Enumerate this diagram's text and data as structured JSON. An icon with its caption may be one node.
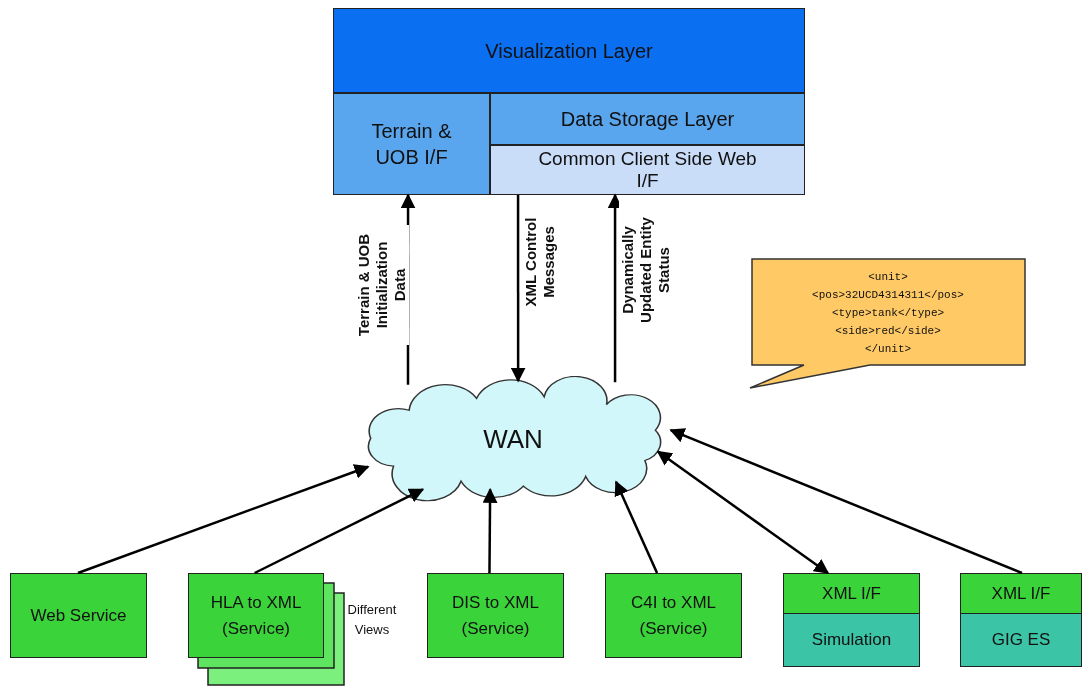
{
  "diagram": {
    "nodes": [
      {
        "text": [
          "Visualization Layer"
        ]
      },
      {
        "text": [
          "Terrain & UOB I/F"
        ]
      },
      {
        "text": [
          "Data Storage Layer"
        ]
      },
      {
        "text": [
          "Common Client Side Web I/F"
        ]
      },
      {
        "text": [
          "WAN"
        ]
      },
      {
        "text": [
          "<unit>",
          "<pos>32UCD4314311</pos>",
          "<type>tank</type>",
          "<side>red</side>",
          "</unit>"
        ]
      },
      {
        "text": [
          "Web Service"
        ]
      },
      {
        "text": [
          "HLA to XML (Service)"
        ],
        "beside": [
          "Different Views"
        ]
      },
      {
        "text": [
          "DIS to XML (Service)"
        ]
      },
      {
        "text": [
          "C4I to XML (Service)"
        ]
      },
      {
        "text": [
          "XML I/F"
        ]
      },
      {
        "text": [
          "Simulation"
        ]
      },
      {
        "text": [
          "XML I/F"
        ]
      },
      {
        "text": [
          "GIG ES"
        ]
      }
    ],
    "edges": [
      {
        "from": 4,
        "to": 1,
        "arrow": "to",
        "label": "Terrain & UOB Initialization Data"
      },
      {
        "from": 3,
        "to": 4,
        "arrow": "to",
        "label": "XML Control Messages"
      },
      {
        "from": 4,
        "to": 3,
        "arrow": "to",
        "label": "Dynamically Updated Entity Status"
      },
      {
        "from": 6,
        "to": 4,
        "arrow": "to"
      },
      {
        "from": 7,
        "to": 4,
        "arrow": "to"
      },
      {
        "from": 8,
        "to": 4,
        "arrow": "to"
      },
      {
        "from": 9,
        "to": 4,
        "arrow": "to"
      },
      {
        "from": 10,
        "to": 4,
        "arrow": "both"
      },
      {
        "from": 12,
        "to": 4,
        "arrow": "to"
      }
    ]
  }
}
